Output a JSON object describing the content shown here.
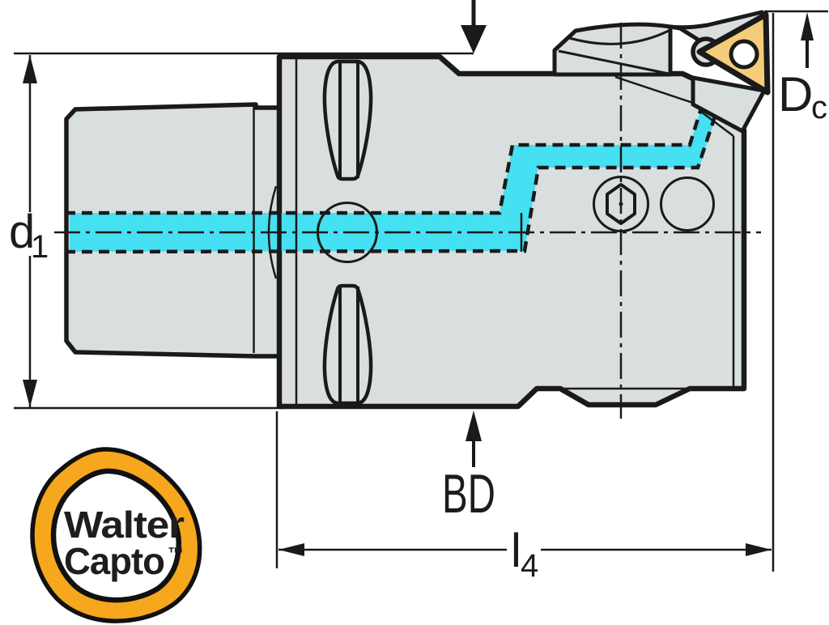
{
  "drawing": {
    "type": "technical-dimension-drawing",
    "subject": "Walter Capto turning tool holder cross-section",
    "labels": {
      "shank_diameter": {
        "main": "d",
        "sub": "1"
      },
      "cutting_diameter": {
        "main": "D",
        "sub": "c"
      },
      "body_dimension": "BD",
      "functional_length": {
        "main": "l",
        "sub": "4"
      }
    },
    "logo": {
      "line1": "Walter",
      "line2": "Capto",
      "trademark": "™"
    },
    "colors": {
      "metal_gray": "#d9dedf",
      "coolant_cyan": "#45e0f2",
      "insert_yellow": "#f3cd79",
      "logo_orange": "#f6a71e",
      "logo_inner_white": "#ffffff",
      "insert_hole_white": "#ffffff",
      "outline_black": "#1a1a1a"
    }
  }
}
